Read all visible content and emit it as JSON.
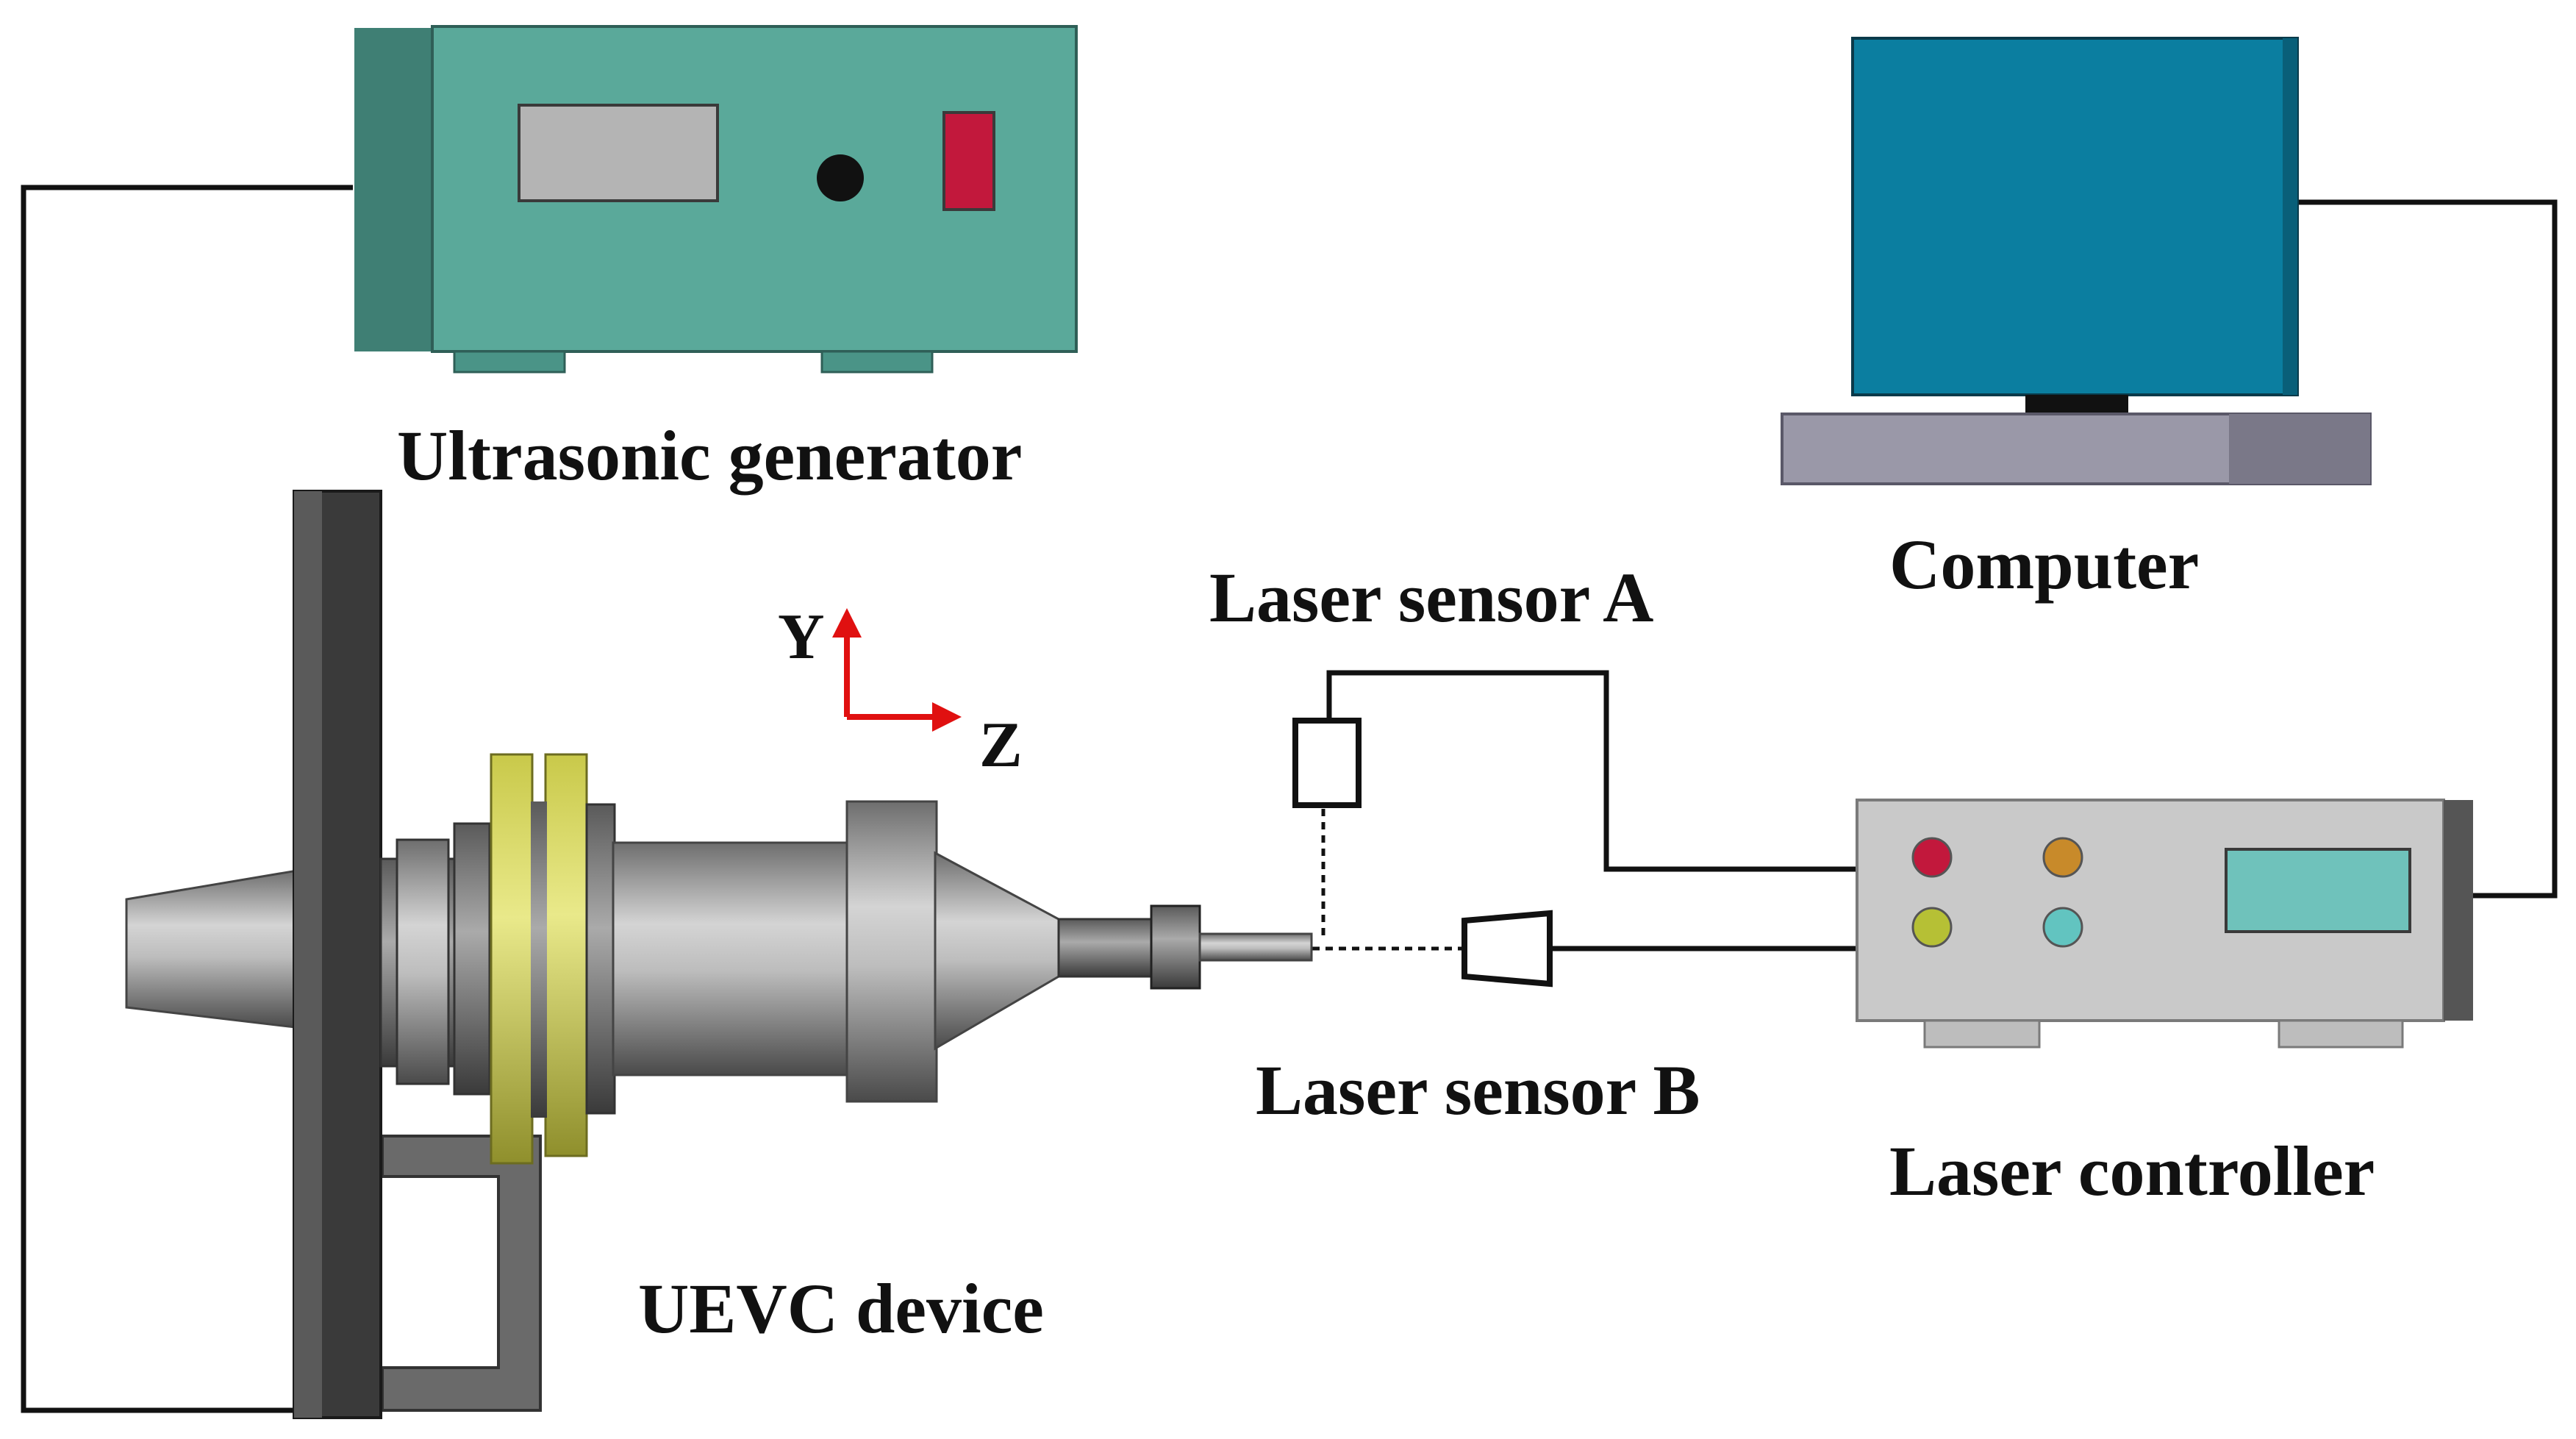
{
  "labels": {
    "ultrasonic_generator": "Ultrasonic generator",
    "computer": "Computer",
    "laser_sensor_a": "Laser sensor A",
    "laser_sensor_b": "Laser sensor B",
    "laser_controller": "Laser controller",
    "uevc_device": "UEVC device"
  },
  "axes": {
    "y": "Y",
    "z": "Z"
  },
  "colors": {
    "generator_body": "#5aa99a",
    "monitor_screen": "#0b7ea0",
    "keyboard": "#9a98a8",
    "controller_body": "#c9c9c9",
    "yellow_flange": "#d8d66a",
    "axis_arrow": "#e01010",
    "cable": "#111111",
    "light_red": "#c2183c",
    "light_orange": "#c88a2a",
    "light_yellowgreen": "#b6c035",
    "light_cyan": "#62c4c0"
  }
}
